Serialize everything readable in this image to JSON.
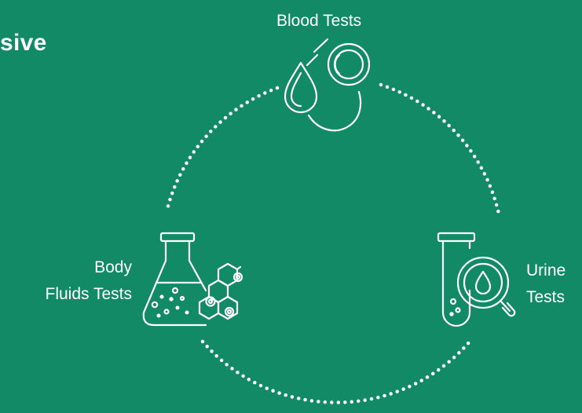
{
  "heading": "sive",
  "cycle": {
    "blood": {
      "label": "Blood Tests",
      "icon": "blood-drop-icon"
    },
    "body": {
      "label_line1": "Body",
      "label_line2": "Fluids Tests",
      "icon": "flask-molecule-icon"
    },
    "urine": {
      "label_line1": "Urine",
      "label_line2": "Tests",
      "icon": "test-tube-magnifier-icon"
    }
  },
  "colors": {
    "background": "#138a66",
    "foreground": "#ffffff"
  }
}
